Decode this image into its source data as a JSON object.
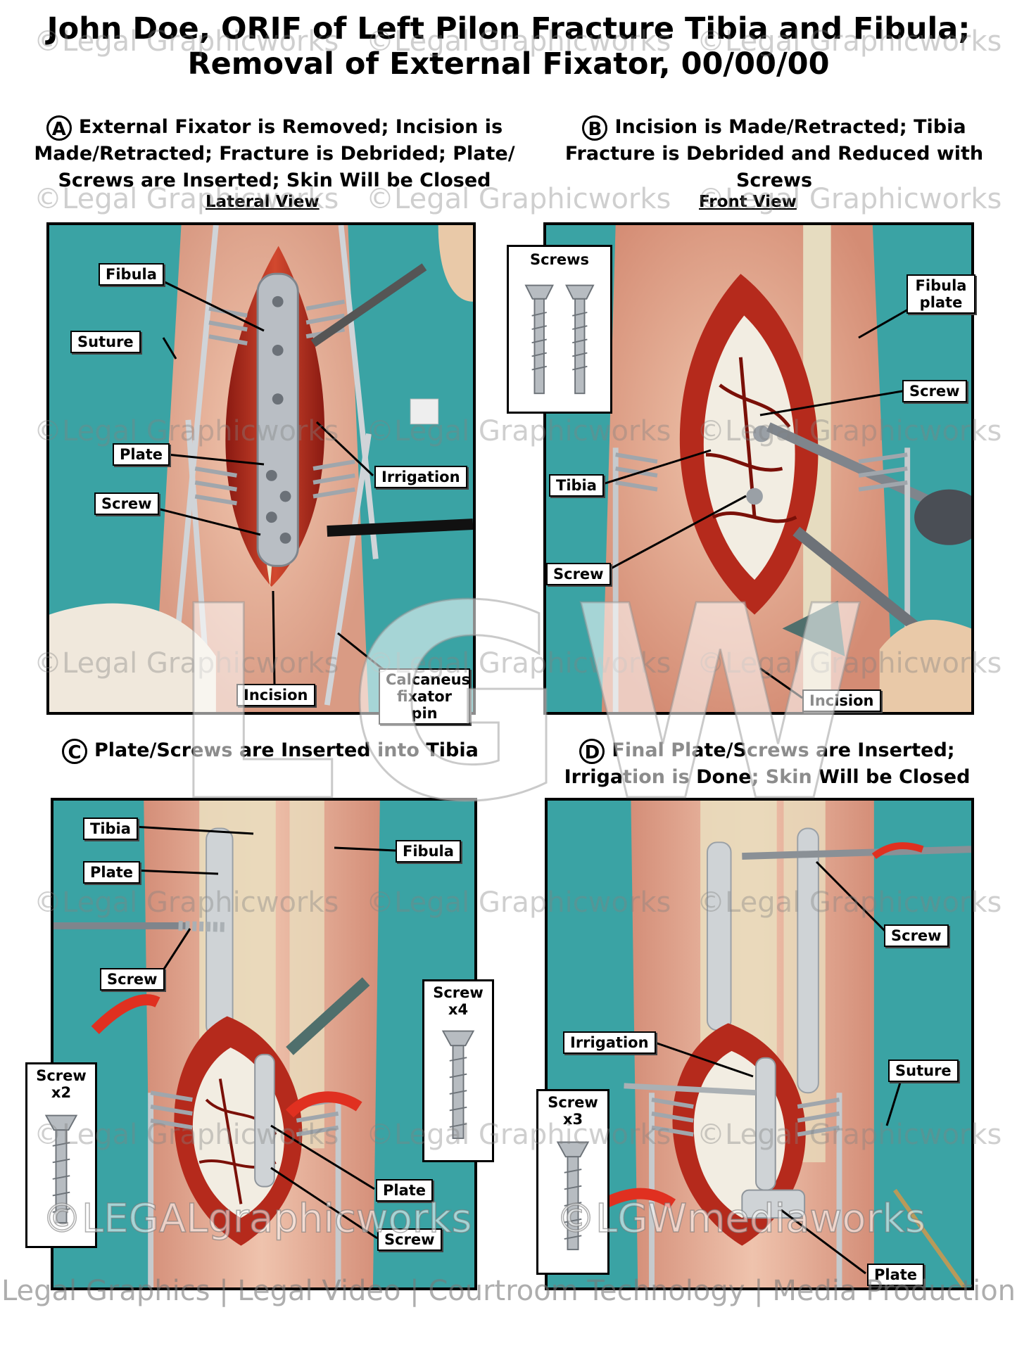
{
  "title_line1": "John Doe, ORIF of Left Pilon Fracture Tibia and Fibula;",
  "title_line2": "Removal of External Fixator, 00/00/00",
  "panels": {
    "A": {
      "letter": "A",
      "caption": "External Fixator is Removed; Incision is Made/Retracted; Fracture is Debrided; Plate/ Screws are Inserted; Skin Will be Closed",
      "view": "Lateral View",
      "labels": {
        "fibula": "Fibula",
        "suture": "Suture",
        "plate": "Plate",
        "irrigation": "Irrigation",
        "screw": "Screw",
        "incision": "Incision",
        "calcaneus": "Calcaneus fixator pin"
      }
    },
    "B": {
      "letter": "B",
      "caption": "Incision is Made/Retracted; Tibia Fracture is Debrided and Reduced with Screws",
      "view": "Front View",
      "labels": {
        "screws_box": "Screws",
        "fibula_plate": "Fibula plate",
        "screw1": "Screw",
        "tibia": "Tibia",
        "screw2": "Screw",
        "incision": "Incision"
      }
    },
    "C": {
      "letter": "C",
      "caption": "Plate/Screws are Inserted into Tibia",
      "labels": {
        "tibia": "Tibia",
        "fibula": "Fibula",
        "plate": "Plate",
        "screw": "Screw",
        "screw_x4": "Screw x4",
        "screw_x2": "Screw x2",
        "plate2": "Plate",
        "screw2": "Screw"
      }
    },
    "D": {
      "letter": "D",
      "caption": "Final Plate/Screws are Inserted; Irrigation is Done; Skin Will be Closed",
      "labels": {
        "screw": "Screw",
        "irrigation": "Irrigation",
        "suture": "Suture",
        "screw_x3": "Screw x3",
        "plate": "Plate"
      }
    }
  },
  "watermark": "©Legal Graphicworks",
  "big_watermark": "LGW",
  "brand_left": "©LEGALgraphicworks",
  "brand_right": "©LGWmediaworks",
  "footer": "Legal Graphics | Legal Video | Courtroom Technology | Media Production"
}
